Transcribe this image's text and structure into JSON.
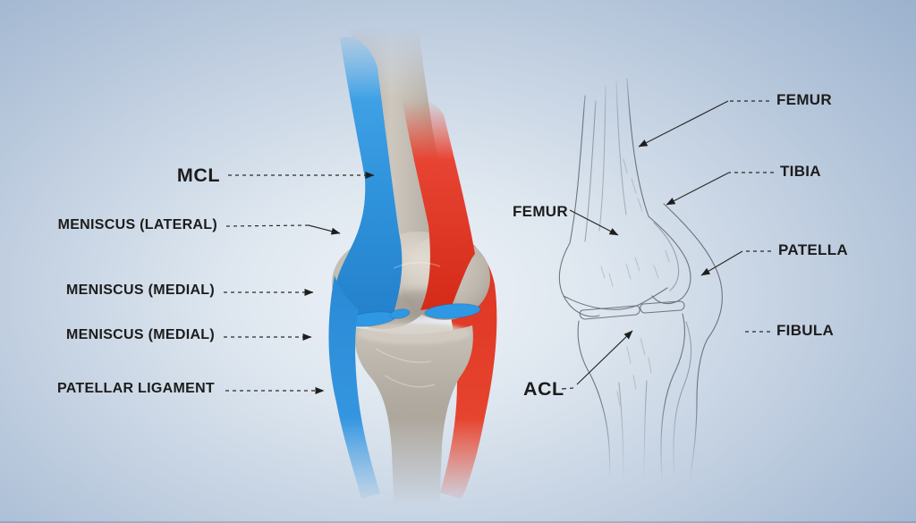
{
  "left_labels": [
    {
      "id": "mcl",
      "text": "MCL"
    },
    {
      "id": "meniscus-lateral",
      "text": "MENISCUS (LATERAL)"
    },
    {
      "id": "meniscus-medial-upper",
      "text": "MENISCUS (MEDIAL)"
    },
    {
      "id": "meniscus-medial-lower",
      "text": "MENISCUS (MEDIAL)"
    },
    {
      "id": "patellar-ligament",
      "text": "PATELLAR LIGAMENT"
    }
  ],
  "right_labels": [
    {
      "id": "femur-upper",
      "text": "FEMUR"
    },
    {
      "id": "tibia",
      "text": "TIBIA"
    },
    {
      "id": "femur-sketch",
      "text": "FEMUR"
    },
    {
      "id": "patella",
      "text": "PATELLA"
    },
    {
      "id": "fibula",
      "text": "FIBULA"
    },
    {
      "id": "acl",
      "text": "ACL"
    }
  ],
  "colors": {
    "ligament_blue": "#2f95de",
    "ligament_red": "#e23321",
    "bone": "#b4ada3",
    "background_center": "#e9eef5",
    "background_edge": "#8ba5c4",
    "label_text": "#1c1c1c"
  }
}
